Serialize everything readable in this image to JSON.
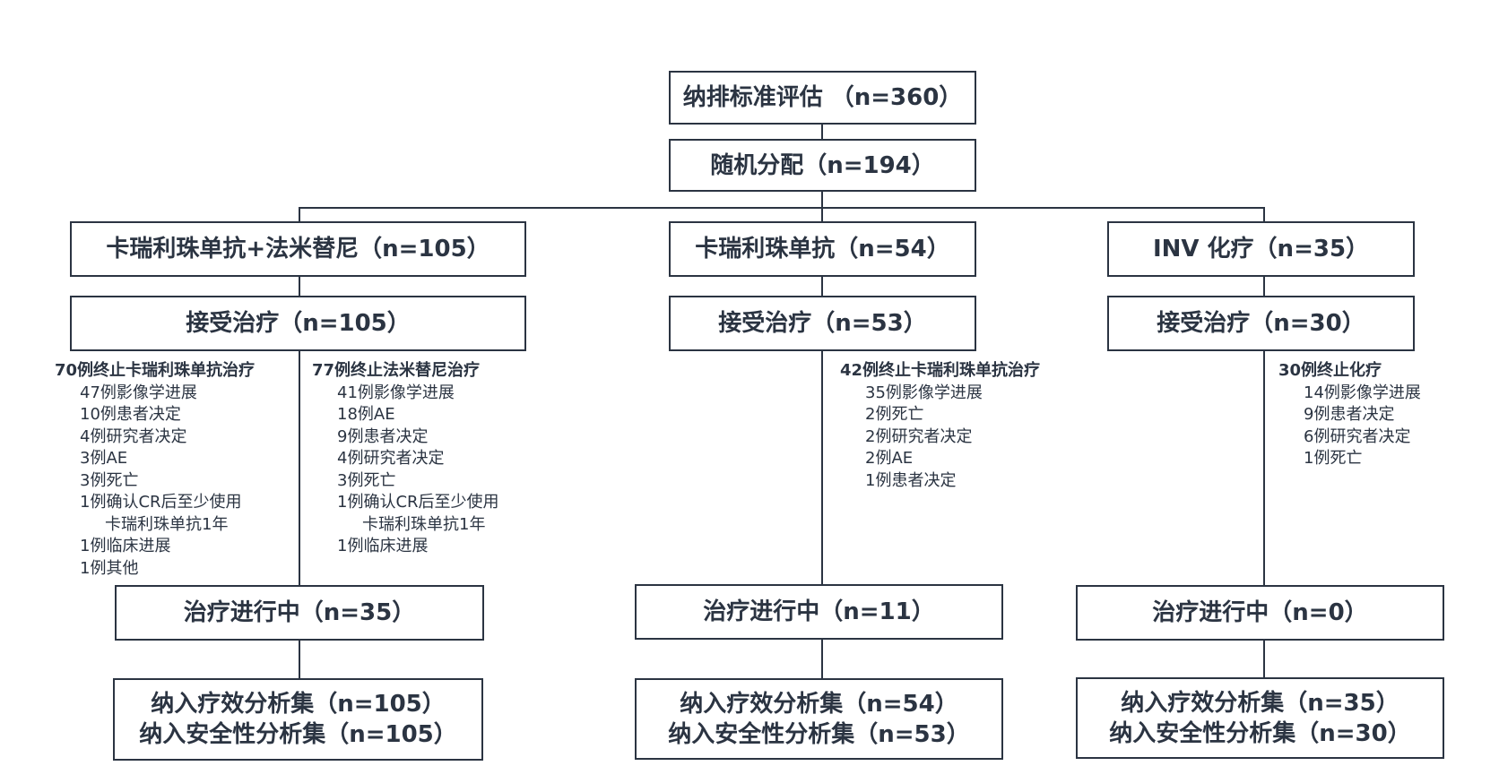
{
  "top": {
    "screening": "纳排标准评估 （n=360）",
    "random": "随机分配（n=194）"
  },
  "arms": [
    {
      "name": "卡瑞利珠单抗+法米替尼（n=105）",
      "treated": "接受治疗（n=105）",
      "ongoing": "治疗进行中（n=35）",
      "efficacy": "纳入疗效分析集（n=105）",
      "safety": "纳入安全性分析集（n=105）",
      "notes": [
        {
          "head": "70例终止卡瑞利珠单抗治疗",
          "items": [
            "47例影像学进展",
            "10例患者决定",
            "4例研究者决定",
            "3例AE",
            "3例死亡",
            "1例确认CR后至少使用",
            "卡瑞利珠单抗1年",
            "1例临床进展",
            "1例其他"
          ]
        },
        {
          "head": "77例终止法米替尼治疗",
          "items": [
            "41例影像学进展",
            "18例AE",
            "9例患者决定",
            "4例研究者决定",
            "3例死亡",
            "1例确认CR后至少使用",
            "卡瑞利珠单抗1年",
            "1例临床进展"
          ]
        }
      ]
    },
    {
      "name": "卡瑞利珠单抗（n=54）",
      "treated": "接受治疗（n=53）",
      "ongoing": "治疗进行中（n=11）",
      "efficacy": "纳入疗效分析集（n=54）",
      "safety": "纳入安全性分析集（n=53）",
      "notes": [
        {
          "head": "42例终止卡瑞利珠单抗治疗",
          "items": [
            "35例影像学进展",
            "2例死亡",
            "2例研究者决定",
            "2例AE",
            "1例患者决定"
          ]
        }
      ]
    },
    {
      "name": "INV 化疗（n=35）",
      "treated": "接受治疗（n=30）",
      "ongoing": "治疗进行中（n=0）",
      "efficacy": "纳入疗效分析集（n=35）",
      "safety": "纳入安全性分析集（n=30）",
      "notes": [
        {
          "head": "30例终止化疗",
          "items": [
            "14例影像学进展",
            "9例患者决定",
            "6例研究者决定",
            "1例死亡"
          ]
        }
      ]
    }
  ]
}
